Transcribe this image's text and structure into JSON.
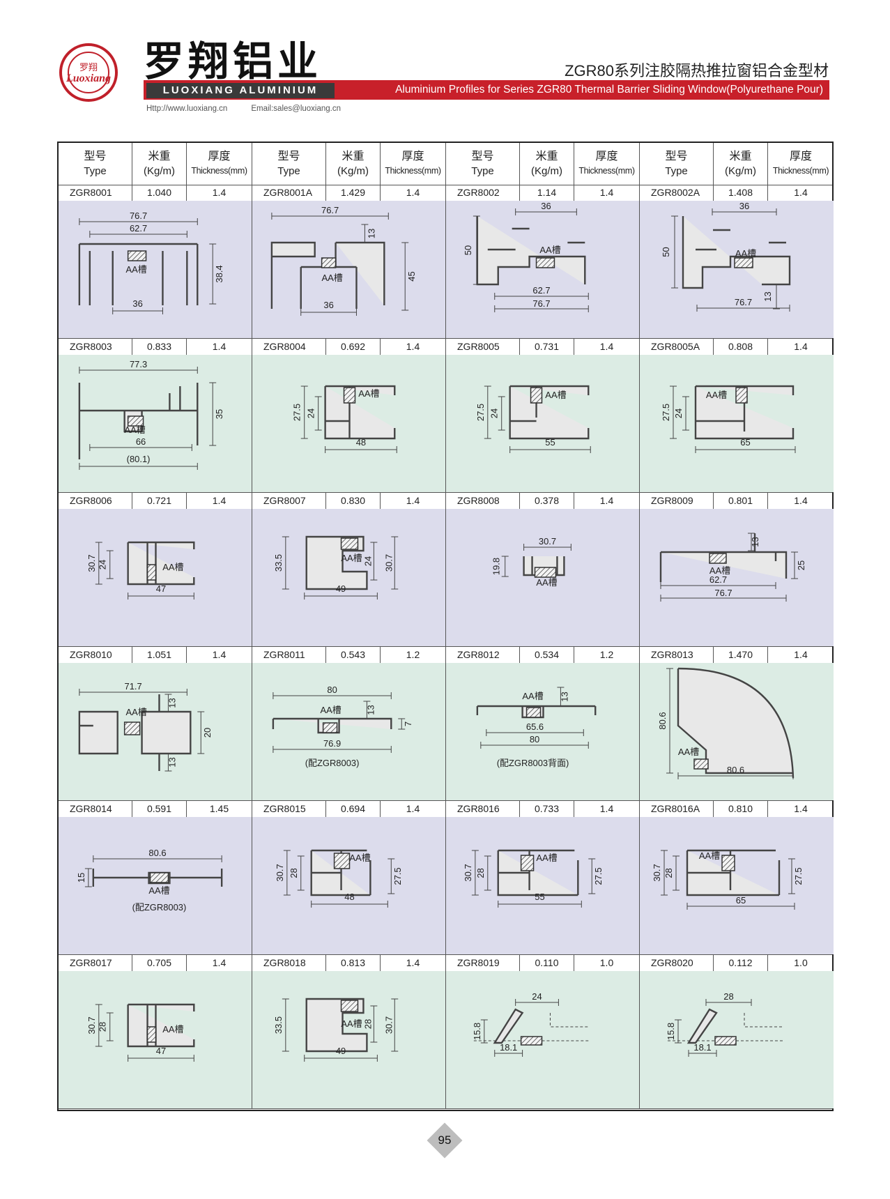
{
  "header": {
    "logo_cn": "罗翔",
    "logo_script": "Luoxiang",
    "brand_cn": "罗翔铝业",
    "brand_en": "LUOXIANG ALUMINIUM",
    "title_cn": "ZGR80系列注胶隔热推拉窗铝合金型材",
    "title_en": "Aluminium Profiles for Series ZGR80 Thermal Barrier Sliding Window(Polyurethane Pour)",
    "website": "Http://www.luoxiang.cn",
    "email": "Email:sales@luoxiang.cn"
  },
  "table_header": {
    "type_cn": "型号",
    "type_en": "Type",
    "weight_cn": "米重",
    "weight_en": "(Kg/m)",
    "thick_cn": "厚度",
    "thick_en": "Thickness(mm)"
  },
  "slot_label": "AA槽",
  "rows": [
    {
      "items": [
        {
          "type": "ZGR8001",
          "weight": "1.040",
          "thickness": "1.4",
          "dims": [
            "76.7",
            "62.7",
            "38.4",
            "36"
          ]
        },
        {
          "type": "ZGR8001A",
          "weight": "1.429",
          "thickness": "1.4",
          "dims": [
            "76.7",
            "13",
            "45",
            "36"
          ]
        },
        {
          "type": "ZGR8002",
          "weight": "1.14",
          "thickness": "1.4",
          "dims": [
            "36",
            "50",
            "62.7",
            "76.7"
          ]
        },
        {
          "type": "ZGR8002A",
          "weight": "1.408",
          "thickness": "1.4",
          "dims": [
            "36",
            "50",
            "76.7",
            "13"
          ]
        }
      ]
    },
    {
      "items": [
        {
          "type": "ZGR8003",
          "weight": "0.833",
          "thickness": "1.4",
          "dims": [
            "77.3",
            "35",
            "66",
            "(80.1)"
          ]
        },
        {
          "type": "ZGR8004",
          "weight": "0.692",
          "thickness": "1.4",
          "dims": [
            "27.5",
            "24",
            "48"
          ]
        },
        {
          "type": "ZGR8005",
          "weight": "0.731",
          "thickness": "1.4",
          "dims": [
            "27.5",
            "24",
            "55"
          ]
        },
        {
          "type": "ZGR8005A",
          "weight": "0.808",
          "thickness": "1.4",
          "dims": [
            "27.5",
            "24",
            "65"
          ]
        }
      ]
    },
    {
      "items": [
        {
          "type": "ZGR8006",
          "weight": "0.721",
          "thickness": "1.4",
          "dims": [
            "30.7",
            "24",
            "47"
          ]
        },
        {
          "type": "ZGR8007",
          "weight": "0.830",
          "thickness": "1.4",
          "dims": [
            "33.5",
            "24",
            "30.7",
            "49"
          ]
        },
        {
          "type": "ZGR8008",
          "weight": "0.378",
          "thickness": "1.4",
          "dims": [
            "30.7",
            "19.8"
          ]
        },
        {
          "type": "ZGR8009",
          "weight": "0.801",
          "thickness": "1.4",
          "dims": [
            "13",
            "25",
            "62.7",
            "76.7"
          ]
        }
      ]
    },
    {
      "items": [
        {
          "type": "ZGR8010",
          "weight": "1.051",
          "thickness": "1.4",
          "dims": [
            "71.7",
            "13",
            "20",
            "13"
          ]
        },
        {
          "type": "ZGR8011",
          "weight": "0.543",
          "thickness": "1.2",
          "dims": [
            "80",
            "13",
            "7",
            "76.9"
          ],
          "note": "(配ZGR8003)"
        },
        {
          "type": "ZGR8012",
          "weight": "0.534",
          "thickness": "1.2",
          "dims": [
            "13",
            "65.6",
            "80"
          ],
          "note": "(配ZGR8003背面)"
        },
        {
          "type": "ZGR8013",
          "weight": "1.470",
          "thickness": "1.4",
          "dims": [
            "80.6",
            "80.6"
          ]
        }
      ]
    },
    {
      "items": [
        {
          "type": "ZGR8014",
          "weight": "0.591",
          "thickness": "1.45",
          "dims": [
            "80.6",
            "15"
          ],
          "note": "(配ZGR8003)"
        },
        {
          "type": "ZGR8015",
          "weight": "0.694",
          "thickness": "1.4",
          "dims": [
            "30.7",
            "28",
            "27.5",
            "48"
          ]
        },
        {
          "type": "ZGR8016",
          "weight": "0.733",
          "thickness": "1.4",
          "dims": [
            "30.7",
            "28",
            "27.5",
            "55"
          ]
        },
        {
          "type": "ZGR8016A",
          "weight": "0.810",
          "thickness": "1.4",
          "dims": [
            "30.7",
            "28",
            "27.5",
            "65"
          ]
        }
      ]
    },
    {
      "items": [
        {
          "type": "ZGR8017",
          "weight": "0.705",
          "thickness": "1.4",
          "dims": [
            "30.7",
            "28",
            "47"
          ]
        },
        {
          "type": "ZGR8018",
          "weight": "0.813",
          "thickness": "1.4",
          "dims": [
            "33.5",
            "28",
            "30.7",
            "49"
          ]
        },
        {
          "type": "ZGR8019",
          "weight": "0.110",
          "thickness": "1.0",
          "dims": [
            "24",
            "15.8",
            "18.1"
          ]
        },
        {
          "type": "ZGR8020",
          "weight": "0.112",
          "thickness": "1.0",
          "dims": [
            "28",
            "15.8",
            "18.1"
          ]
        }
      ]
    }
  ],
  "page_number": "95"
}
